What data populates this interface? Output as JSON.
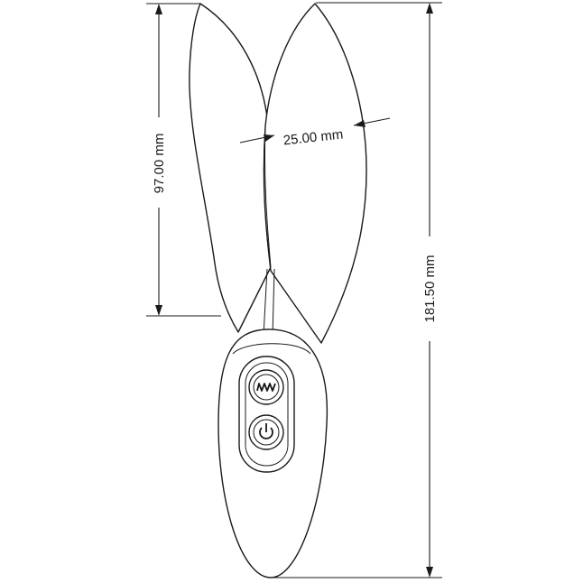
{
  "dimensions": {
    "ear_length": "97.00 mm",
    "ear_width": "25.00 mm",
    "total_length": "181.50 mm"
  },
  "buttons": [
    {
      "name": "vibration-mode-button",
      "icon": "wave-icon"
    },
    {
      "name": "power-button",
      "icon": "power-icon"
    }
  ],
  "colors": {
    "line": "#1a1a1a",
    "background": "#ffffff"
  }
}
